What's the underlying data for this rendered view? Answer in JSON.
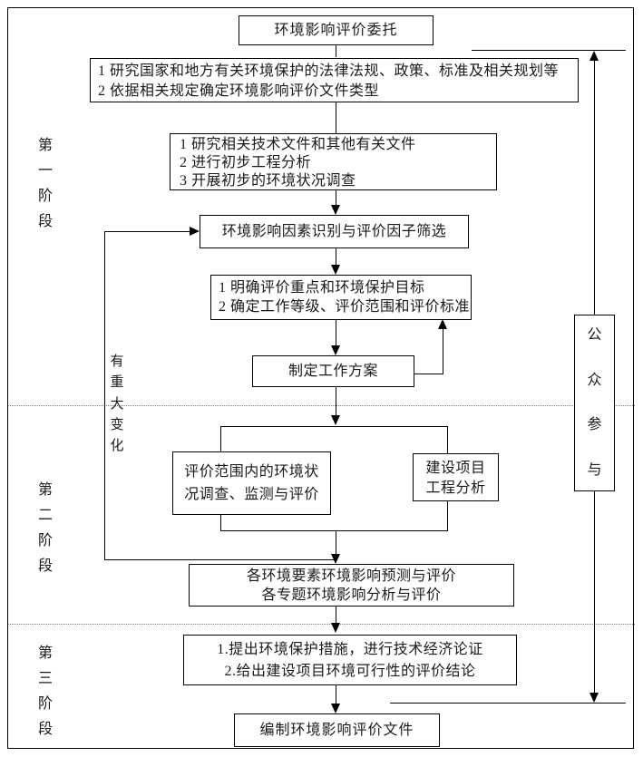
{
  "flowchart": {
    "title_node": "环境影响评价委托",
    "stage_labels": [
      "第一阶段",
      "第二阶段",
      "第三阶段"
    ],
    "feedback_label": "有重大变化",
    "public_participation": "公众参与",
    "nodes": {
      "legal_research": {
        "lines": [
          "1 研究国家和地方有关环境保护的法律法规、政策、标准及相关规划等",
          "2 依据相关规定确定环境影响评价文件类型"
        ]
      },
      "preliminary_work": {
        "lines": [
          "1 研究相关技术文件和其他有关文件",
          "2 进行初步工程分析",
          "3 开展初步的环境状况调查"
        ]
      },
      "factor_screening": {
        "title": "环境影响因素识别与评价因子筛选"
      },
      "scope_definition": {
        "lines": [
          "1 明确评价重点和环境保护目标",
          "2 确定工作等级、评价范围和评价标准"
        ]
      },
      "work_plan": {
        "title": "制定工作方案"
      },
      "env_survey": {
        "lines": [
          "评价范围内的环境状",
          "况调查、监测与评价"
        ]
      },
      "project_analysis": {
        "lines": [
          "建设项目",
          "工程分析"
        ]
      },
      "impact_prediction": {
        "lines": [
          "各环境要素环境影响预测与评价",
          "各专题环境影响分析与评价"
        ]
      },
      "protection_measures": {
        "lines": [
          "1.提出环境保护措施，进行技术经济论证",
          "2.给出建设项目环境可行性的评价结论"
        ]
      },
      "report_compilation": {
        "title": "编制环境影响评价文件"
      }
    },
    "colors": {
      "line": "#000000",
      "divider": "#7a7a7a",
      "background": "#ffffff"
    }
  }
}
